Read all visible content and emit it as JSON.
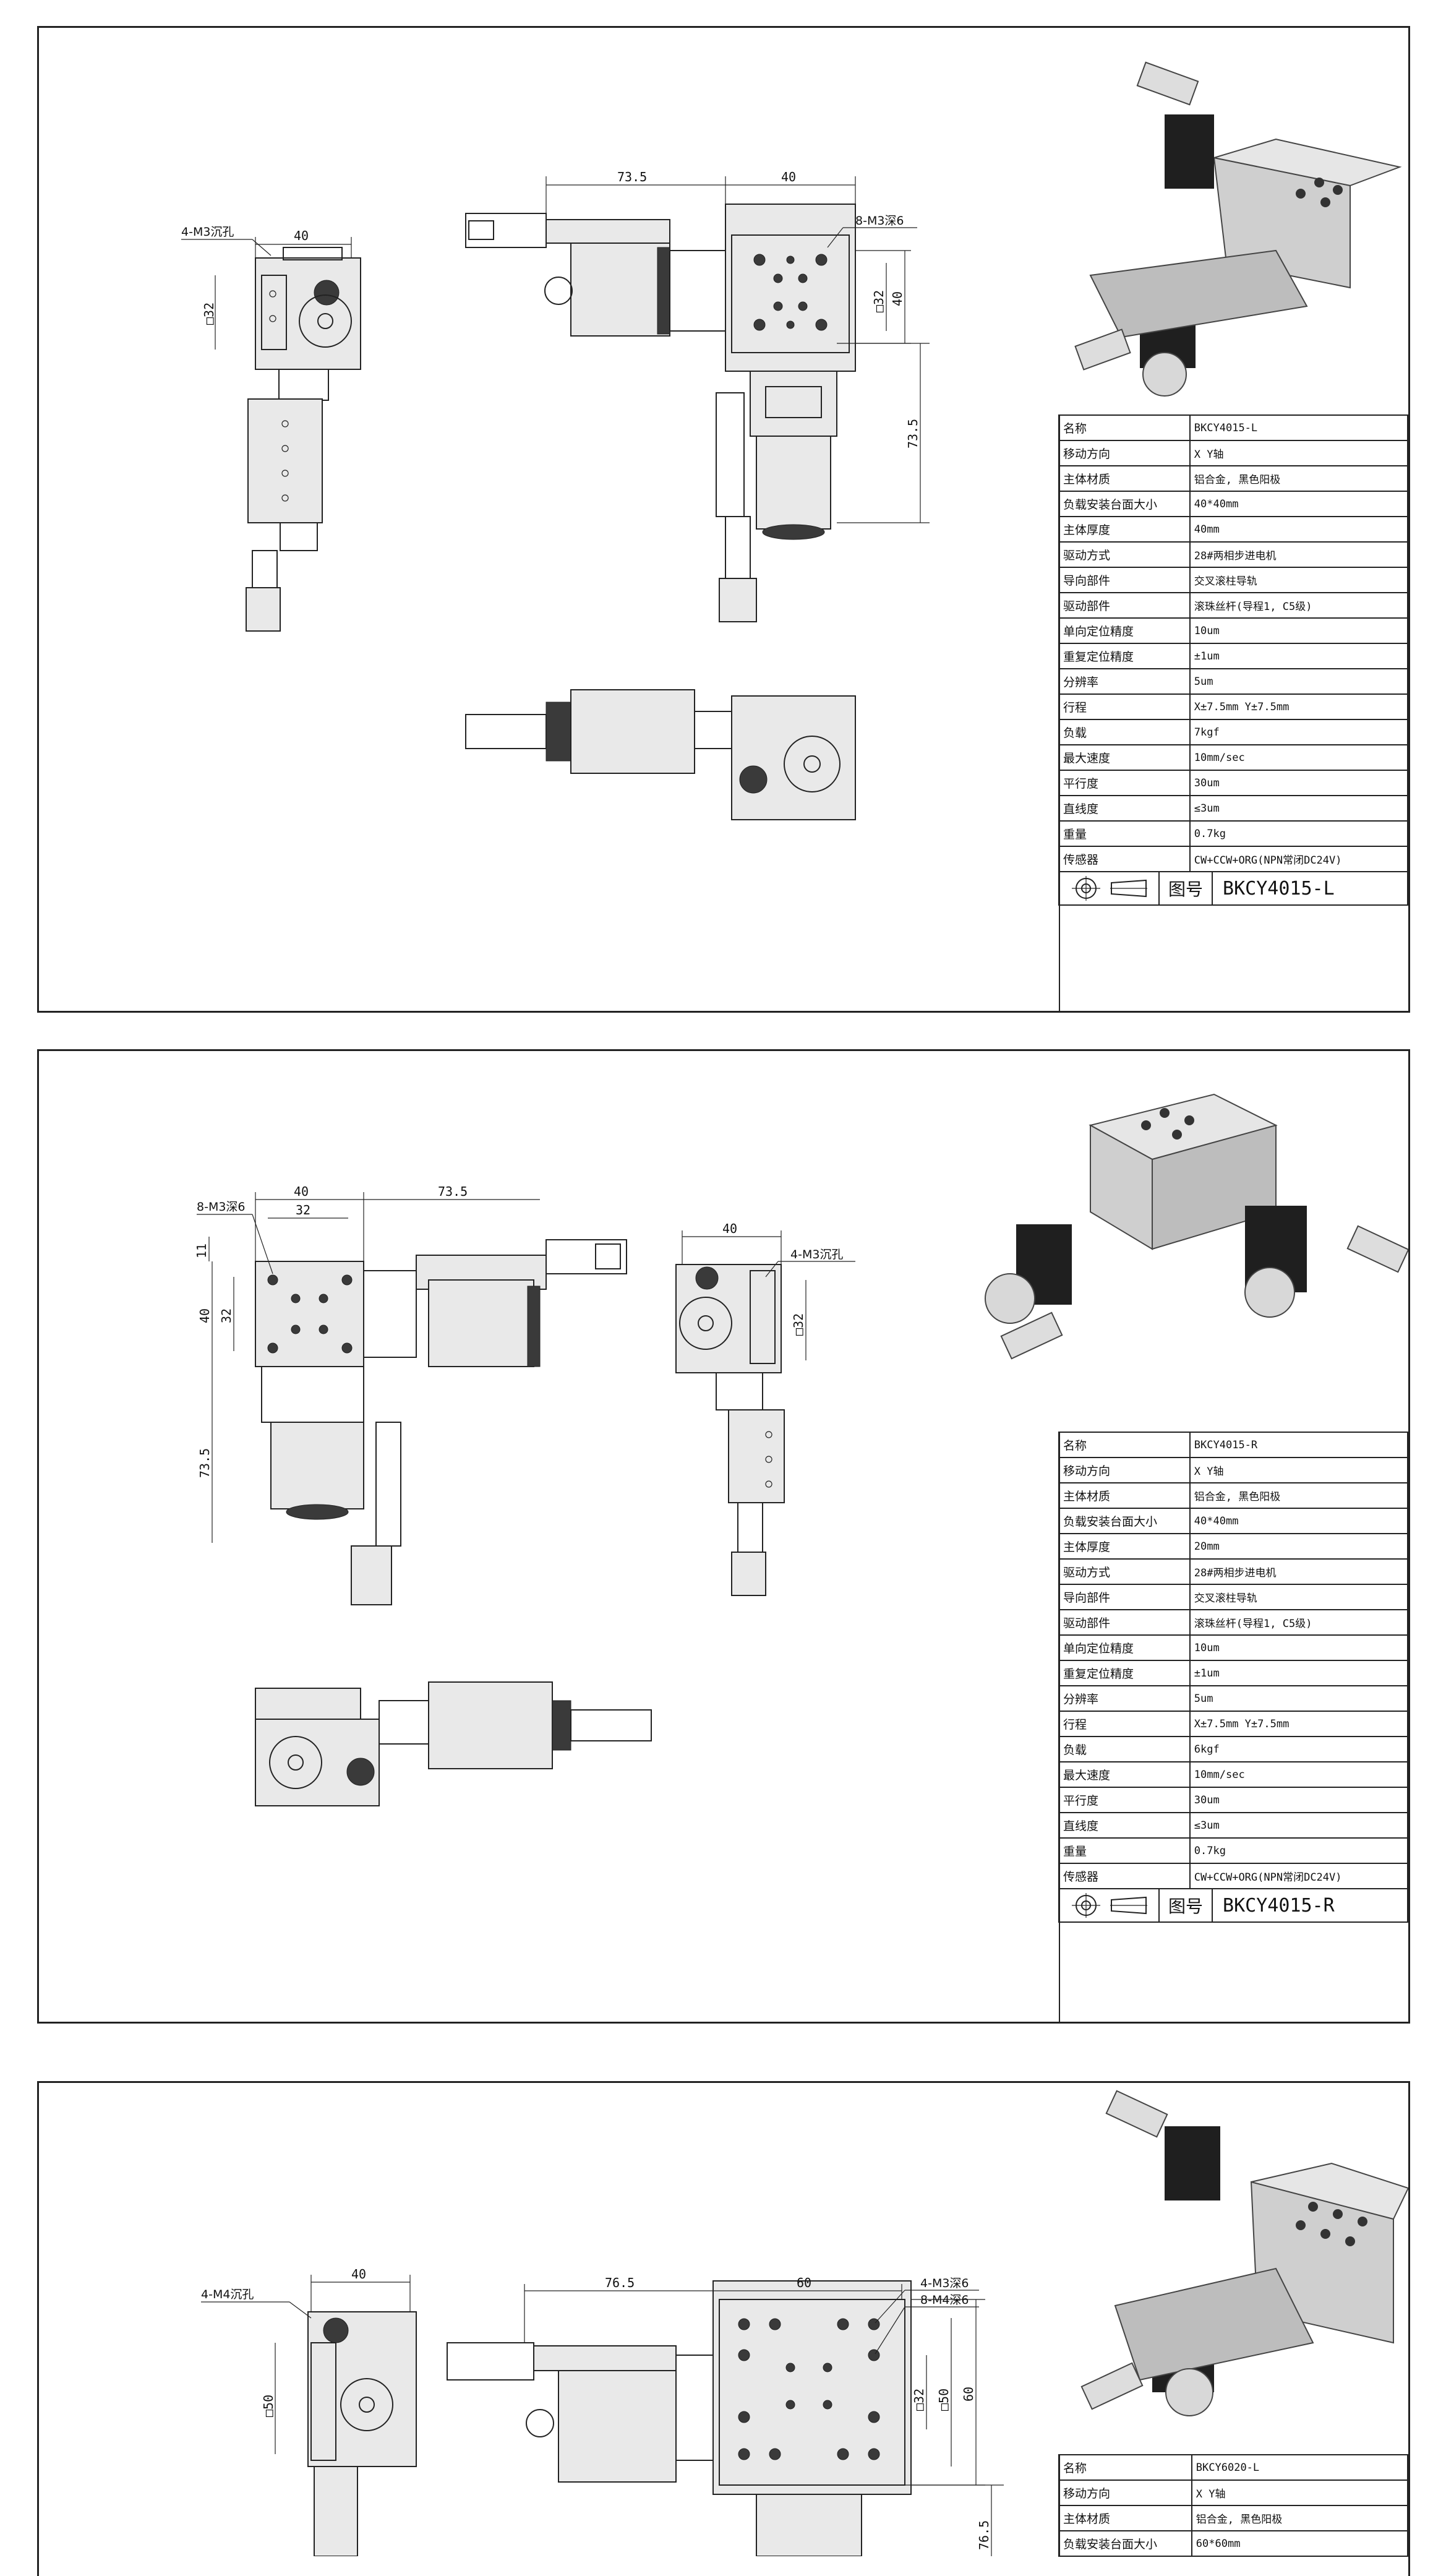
{
  "sheets": [
    {
      "drawing_no_label": "图号",
      "drawing_no": "BKCY4015-L",
      "dims": {
        "top_w": "40",
        "side_sq": "□32",
        "front_len": "73.5",
        "front_w": "40",
        "front_sq": "□32",
        "front_h": "40",
        "front_v": "73.5"
      },
      "notes": {
        "holes_a": "4-M3沉孔",
        "holes_b": "8-M3深6"
      },
      "spec": [
        {
          "k": "名称",
          "v": "BKCY4015-L"
        },
        {
          "k": "移动方向",
          "v": "X Y轴"
        },
        {
          "k": "主体材质",
          "v": "铝合金, 黑色阳极"
        },
        {
          "k": "负载安装台面大小",
          "v": "40*40mm"
        },
        {
          "k": "主体厚度",
          "v": "40mm"
        },
        {
          "k": "驱动方式",
          "v": "28#两相步进电机"
        },
        {
          "k": "导向部件",
          "v": "交叉滚柱导轨"
        },
        {
          "k": "驱动部件",
          "v": "滚珠丝杆(导程1, C5级)"
        },
        {
          "k": "单向定位精度",
          "v": "10um"
        },
        {
          "k": "重复定位精度",
          "v": "±1um"
        },
        {
          "k": "分辨率",
          "v": "5um"
        },
        {
          "k": "行程",
          "v": "X±7.5mm Y±7.5mm"
        },
        {
          "k": "负载",
          "v": "7kgf"
        },
        {
          "k": "最大速度",
          "v": "10mm/sec"
        },
        {
          "k": "平行度",
          "v": "30um"
        },
        {
          "k": "直线度",
          "v": "≤3um"
        },
        {
          "k": "重量",
          "v": "0.7kg"
        },
        {
          "k": "传感器",
          "v": "CW+CCW+ORG(NPN常闭DC24V)"
        }
      ]
    },
    {
      "drawing_no_label": "图号",
      "drawing_no": "BKCY4015-R",
      "dims": {
        "top_w": "40",
        "top_inner": "32",
        "top_len": "73.5",
        "left_11": "11",
        "left_40": "40",
        "left_32": "32",
        "left_73": "73.5",
        "side_w": "40",
        "side_sq": "□32"
      },
      "notes": {
        "holes_a": "8-M3深6",
        "holes_b": "4-M3沉孔"
      },
      "spec": [
        {
          "k": "名称",
          "v": "BKCY4015-R"
        },
        {
          "k": "移动方向",
          "v": "X Y轴"
        },
        {
          "k": "主体材质",
          "v": "铝合金, 黑色阳极"
        },
        {
          "k": "负载安装台面大小",
          "v": "40*40mm"
        },
        {
          "k": "主体厚度",
          "v": "20mm"
        },
        {
          "k": "驱动方式",
          "v": "28#两相步进电机"
        },
        {
          "k": "导向部件",
          "v": "交叉滚柱导轨"
        },
        {
          "k": "驱动部件",
          "v": "滚珠丝杆(导程1, C5级)"
        },
        {
          "k": "单向定位精度",
          "v": "10um"
        },
        {
          "k": "重复定位精度",
          "v": "±1um"
        },
        {
          "k": "分辨率",
          "v": "5um"
        },
        {
          "k": "行程",
          "v": "X±7.5mm Y±7.5mm"
        },
        {
          "k": "负载",
          "v": "6kgf"
        },
        {
          "k": "最大速度",
          "v": "10mm/sec"
        },
        {
          "k": "平行度",
          "v": "30um"
        },
        {
          "k": "直线度",
          "v": "≤3um"
        },
        {
          "k": "重量",
          "v": "0.7kg"
        },
        {
          "k": "传感器",
          "v": "CW+CCW+ORG(NPN常闭DC24V)"
        }
      ]
    },
    {
      "dims": {
        "top_w": "40",
        "side_sq": "□50",
        "front_len": "76.5",
        "front_w": "60",
        "front_sq32": "□32",
        "front_sq50": "□50",
        "front_h": "60",
        "front_v": "76.5"
      },
      "notes": {
        "holes_a": "4-M4沉孔",
        "holes_b": "4-M3深6",
        "holes_c": "8-M4深6"
      },
      "spec": [
        {
          "k": "名称",
          "v": "BKCY6020-L"
        },
        {
          "k": "移动方向",
          "v": "X Y轴"
        },
        {
          "k": "主体材质",
          "v": "铝合金, 黑色阳极"
        },
        {
          "k": "负载安装台面大小",
          "v": "60*60mm"
        }
      ]
    }
  ]
}
